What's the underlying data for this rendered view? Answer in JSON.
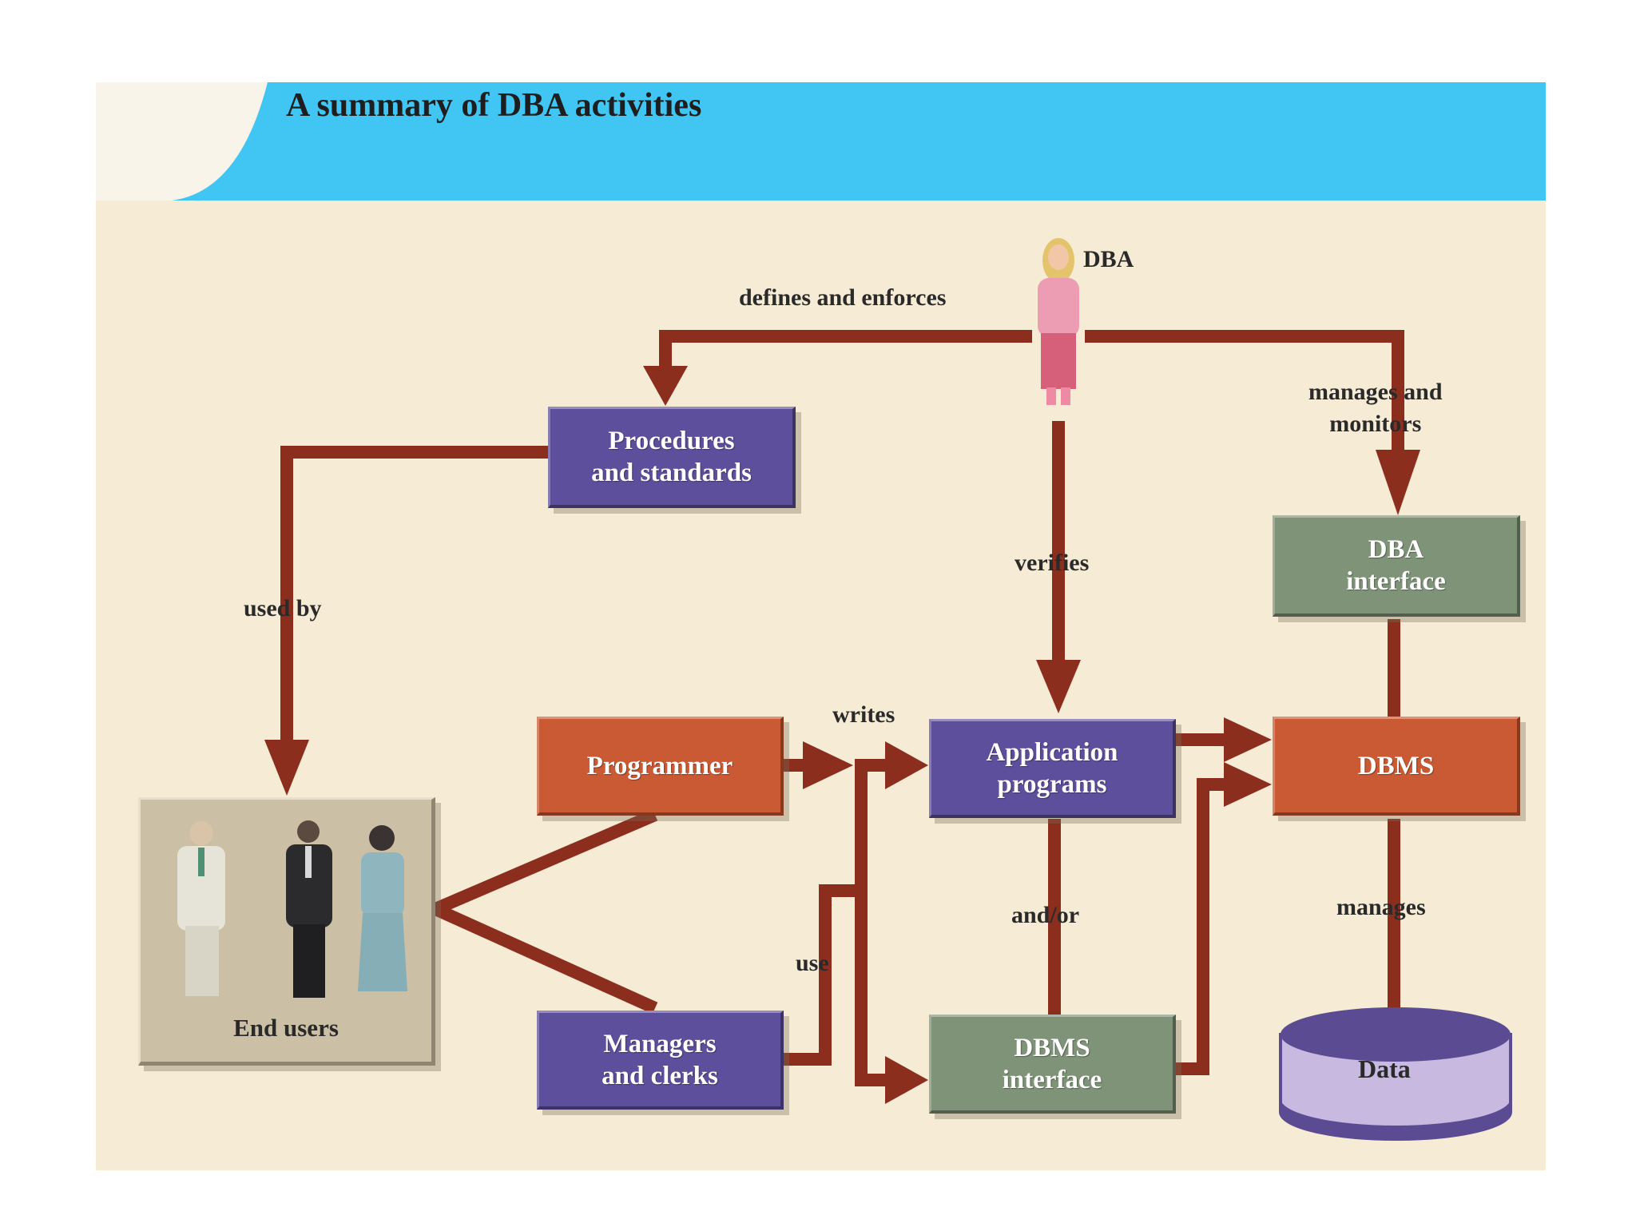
{
  "title": "A summary of DBA activities",
  "colors": {
    "banner": "#41c6f4",
    "background": "#f6ebd5",
    "arrow": "#8b2e1e",
    "purple_box": "#5e4f9c",
    "orange_box": "#c95a34",
    "green_box": "#7f9378",
    "cylinder": "#c7b9e0"
  },
  "nodes": {
    "dba": "DBA",
    "procedures": "Procedures\nand standards",
    "dba_interface": "DBA\ninterface",
    "programmer": "Programmer",
    "application_programs": "Application\nprograms",
    "dbms": "DBMS",
    "end_users": "End users",
    "managers": "Managers\nand clerks",
    "dbms_interface": "DBMS\ninterface",
    "data": "Data"
  },
  "edges": {
    "defines": "defines and enforces",
    "manages_monitors": "manages and\nmonitors",
    "verifies": "verifies",
    "used_by": "used by",
    "writes": "writes",
    "and_or": "and/or",
    "use": "use",
    "manages": "manages"
  }
}
